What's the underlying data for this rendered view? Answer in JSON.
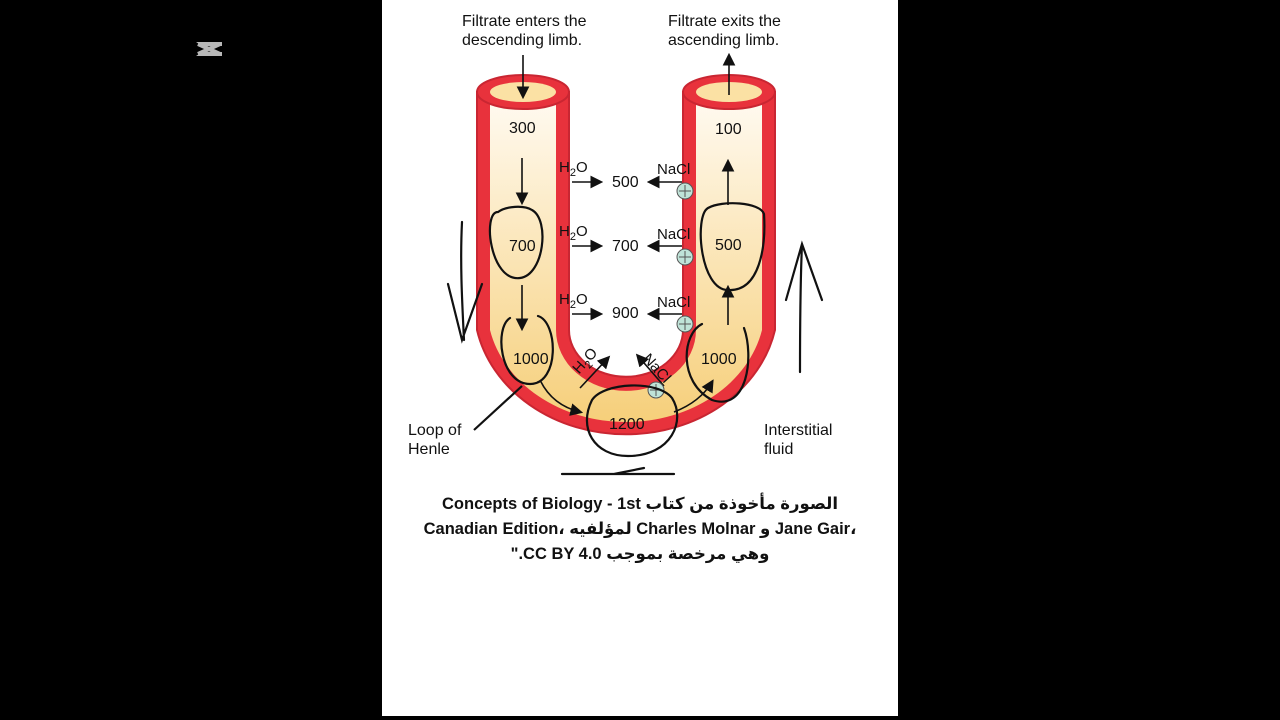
{
  "diagram": {
    "labels": {
      "top_left": "Filtrate enters the\ndescending limb.",
      "top_right": "Filtrate exits the\nascending limb.",
      "loop": "Loop of\nHenle",
      "interstitial": "Interstitial\nfluid"
    },
    "descending_values": [
      "300",
      "700",
      "1000"
    ],
    "ascending_values": [
      "100",
      "500",
      "1000"
    ],
    "middle_values": [
      "500",
      "700",
      "900"
    ],
    "bottom_value": "1200",
    "water": {
      "main": "H",
      "sub": "2",
      "tail": "O"
    },
    "salt": "NaCl",
    "colors": {
      "tube_wall": "#e8323c",
      "tube_inner": "#fbe1a4",
      "pump": "#bfe3d8"
    }
  },
  "caption": {
    "line1": "الصورة مأخوذة من كتاب Concepts of Biology - 1st",
    "line2": "Canadian Edition، لمؤلفيه Charles Molnar و Jane Gair،",
    "line3": "وهي مرخصة بموجب CC BY 4.0.\""
  }
}
